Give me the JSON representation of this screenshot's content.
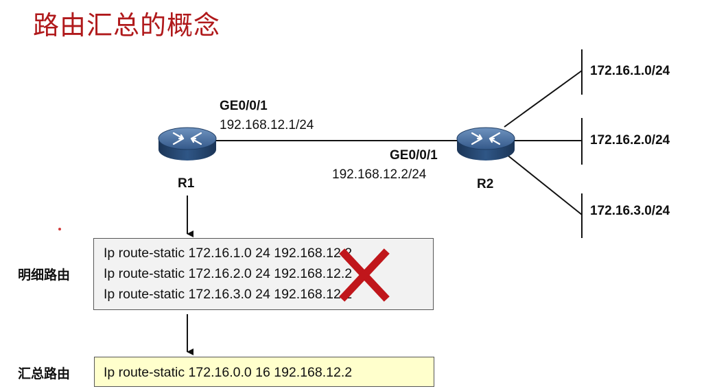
{
  "title": "路由汇总的概念",
  "r1": {
    "name": "R1",
    "interface": "GE0/0/1",
    "ip": "192.168.12.1/24"
  },
  "r2": {
    "name": "R2",
    "interface": "GE0/0/1",
    "ip": "192.168.12.2/24"
  },
  "networks": [
    "172.16.1.0/24",
    "172.16.2.0/24",
    "172.16.3.0/24"
  ],
  "detail": {
    "label": "明细路由",
    "routes": [
      "Ip route-static 172.16.1.0 24 192.168.12.2",
      "Ip route-static 172.16.2.0 24 192.168.12.2",
      "Ip route-static 172.16.3.0 24 192.168.12.2"
    ]
  },
  "summary": {
    "label": "汇总路由",
    "route": "Ip route-static 172.16.0.0 16 192.168.12.2"
  },
  "colors": {
    "title": "#b0191b",
    "router_body": "#2a4d78",
    "cross": "#c0161b",
    "detail_bg": "#f2f2f2",
    "summary_bg": "#ffffcc"
  },
  "icons": [
    "router-icon",
    "cross-icon",
    "arrow-down-icon"
  ]
}
